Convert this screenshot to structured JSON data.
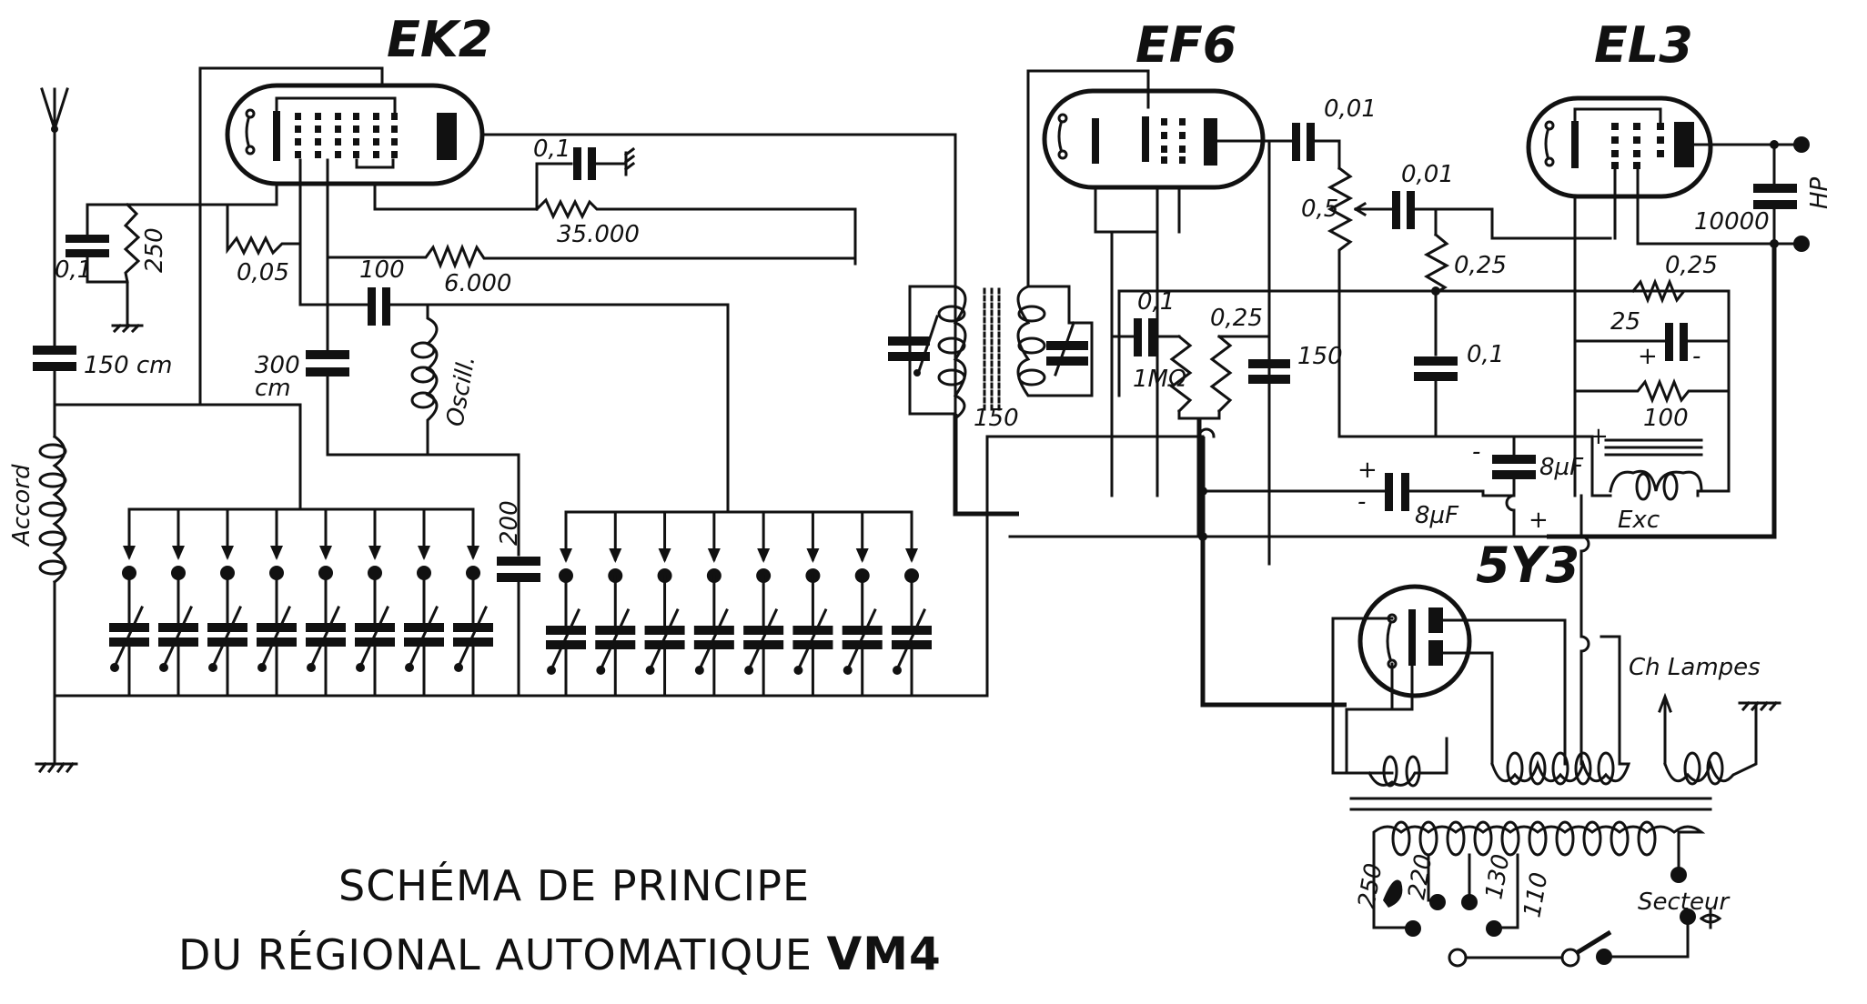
{
  "title": {
    "line1": "SCHÉMA DE PRINCIPE",
    "line2_prefix": "DU RÉGIONAL AUTOMATIQUE ",
    "line2_model": "VM4"
  },
  "tubes": {
    "ek2": "EK2",
    "ef6": "EF6",
    "el3": "EL3",
    "rectifier": "5Y3"
  },
  "front_end": {
    "c_ant_decoupling": "0,1",
    "r_cathode_ek2": "250",
    "c_antenna": "150 cm",
    "coil_accord": "Accord",
    "r_grid_leak": "0,05",
    "c_osc_grid": "100",
    "r_osc_anode": "6.000",
    "c_padding": "300",
    "c_padding_unit": "cm",
    "coil_oscill": "Oscill.",
    "c_screen": "0,1",
    "r_screen": "35.000",
    "c_bank_link": "200",
    "if_transformer_r": "150"
  },
  "audio": {
    "c_cathode_ef6": "0,1",
    "r_cathode_ef6": "1MΩ",
    "r_screen_ef6": "0,25",
    "c_150": "150",
    "c_coupling_1": "0,01",
    "pot_volume": "0,5",
    "c_coupling_2": "0,01",
    "r_grid_el3": "0,25",
    "c_decoupling": "0,1",
    "r_cathode_el3": "0,25",
    "c_cathode_el3": "25",
    "r_100": "100",
    "c_tone": "10000",
    "speaker": "HP",
    "polarity_plus": "+",
    "polarity_minus": "-"
  },
  "power": {
    "c_filter_1": "8µF",
    "c_filter_2": "8µF",
    "field_coil": "Exc",
    "heater_winding": "Ch Lampes",
    "mains": "Secteur",
    "taps": [
      "250",
      "220",
      "130",
      "110"
    ]
  },
  "tuning_bank": {
    "oscillator_count": 8,
    "accord_count": 8
  }
}
